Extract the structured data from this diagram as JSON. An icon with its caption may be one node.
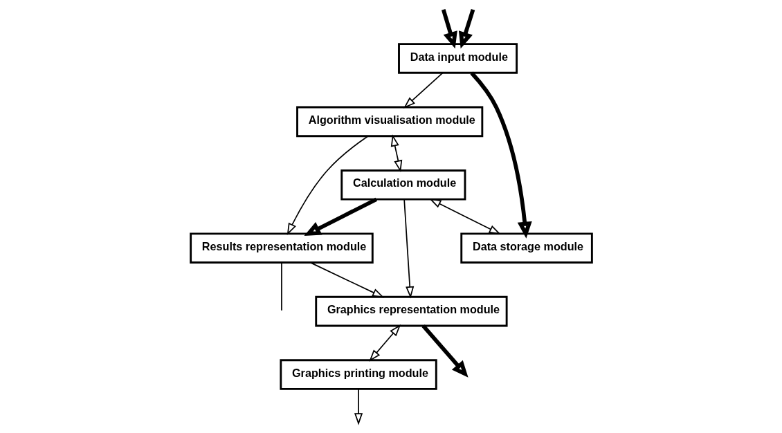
{
  "diagram": {
    "nodes": [
      {
        "text": [
          "Algorithm visualisation module"
        ]
      },
      {
        "text": [
          "Calculation module"
        ]
      },
      {
        "text": [
          "Results representation module"
        ]
      },
      {
        "text": [
          "Graphics representation module"
        ]
      },
      {
        "text": [
          "Data input module"
        ]
      },
      {
        "text": [
          "Data storage module"
        ]
      },
      {
        "text": [
          "Graphics printing module"
        ]
      }
    ],
    "edges": [
      {
        "from": 0,
        "to": 2,
        "arrow": "to"
      },
      {
        "from": 0,
        "to": 1,
        "arrow": "both"
      },
      {
        "from": 4,
        "to": 0,
        "arrow": "to"
      },
      {
        "from": null,
        "to": 4,
        "arrow": "to",
        "style": "thick"
      },
      {
        "from": null,
        "to": 4,
        "arrow": "to",
        "style": "thick"
      },
      {
        "from": 4,
        "to": 5,
        "arrow": "to",
        "style": "thick"
      },
      {
        "from": 1,
        "to": 5,
        "arrow": "both"
      },
      {
        "from": 1,
        "to": 2,
        "arrow": "to",
        "style": "thick"
      },
      {
        "from": 1,
        "to": 3,
        "arrow": "to"
      },
      {
        "from": 2,
        "to": null,
        "arrow": "none"
      },
      {
        "from": 2,
        "to": 3,
        "arrow": "to"
      },
      {
        "from": 3,
        "to": null,
        "arrow": "to",
        "style": "thick"
      },
      {
        "from": 3,
        "to": 6,
        "arrow": "both"
      },
      {
        "from": 6,
        "to": null,
        "arrow": "to"
      }
    ]
  }
}
